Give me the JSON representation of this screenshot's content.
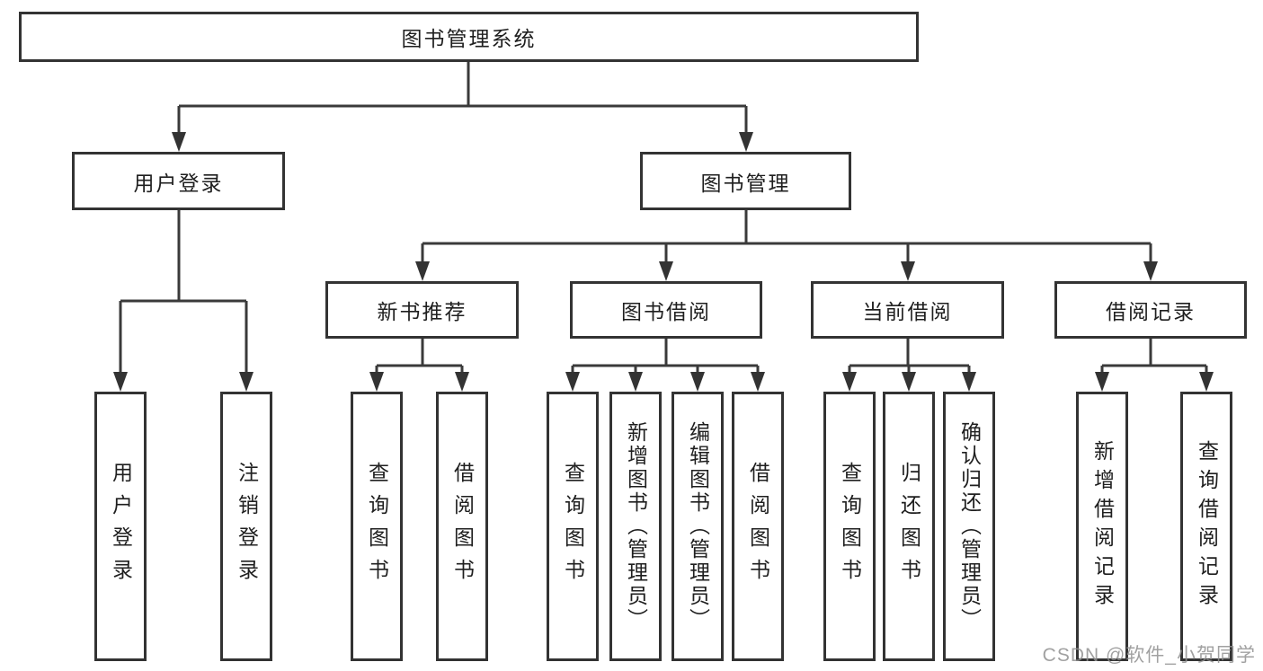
{
  "tree": {
    "label": "图书管理系统",
    "children": [
      {
        "label": "用户登录",
        "children": [
          {
            "label": "用户登录"
          },
          {
            "label": "注销登录"
          }
        ]
      },
      {
        "label": "图书管理",
        "children": [
          {
            "label": "新书推荐",
            "children": [
              {
                "label": "查询图书"
              },
              {
                "label": "借阅图书"
              }
            ]
          },
          {
            "label": "图书借阅",
            "children": [
              {
                "label": "查询图书"
              },
              {
                "label": "新增图书（管理员）"
              },
              {
                "label": "编辑图书（管理员）"
              },
              {
                "label": "借阅图书"
              }
            ]
          },
          {
            "label": "当前借阅",
            "children": [
              {
                "label": "查询图书"
              },
              {
                "label": "归还图书"
              },
              {
                "label": "确认归还（管理员）"
              }
            ]
          },
          {
            "label": "借阅记录",
            "children": [
              {
                "label": "新增借阅记录"
              },
              {
                "label": "查询借阅记录"
              }
            ]
          }
        ]
      }
    ]
  },
  "watermark": {
    "text": "CSDN @软件_小贺同学"
  },
  "colors": {
    "line": "#3a3a3a",
    "box_border": "#333333",
    "text": "#1f1f1f",
    "background": "#ffffff",
    "watermark": "#919191"
  }
}
